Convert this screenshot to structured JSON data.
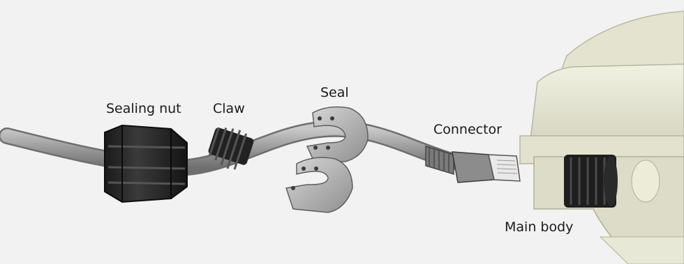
{
  "labels": {
    "sealing_nut": "Sealing nut",
    "claw": "Claw",
    "seal": "Seal",
    "connector": "Connector",
    "main_body": "Main body"
  },
  "colors": {
    "background": "#f2f2f2",
    "cable": "#9a9a9a",
    "nut": "#2b2b2b",
    "seal": "#bdbdbd",
    "connector": "#8c8c8c",
    "housing": "#e6e6d4"
  }
}
